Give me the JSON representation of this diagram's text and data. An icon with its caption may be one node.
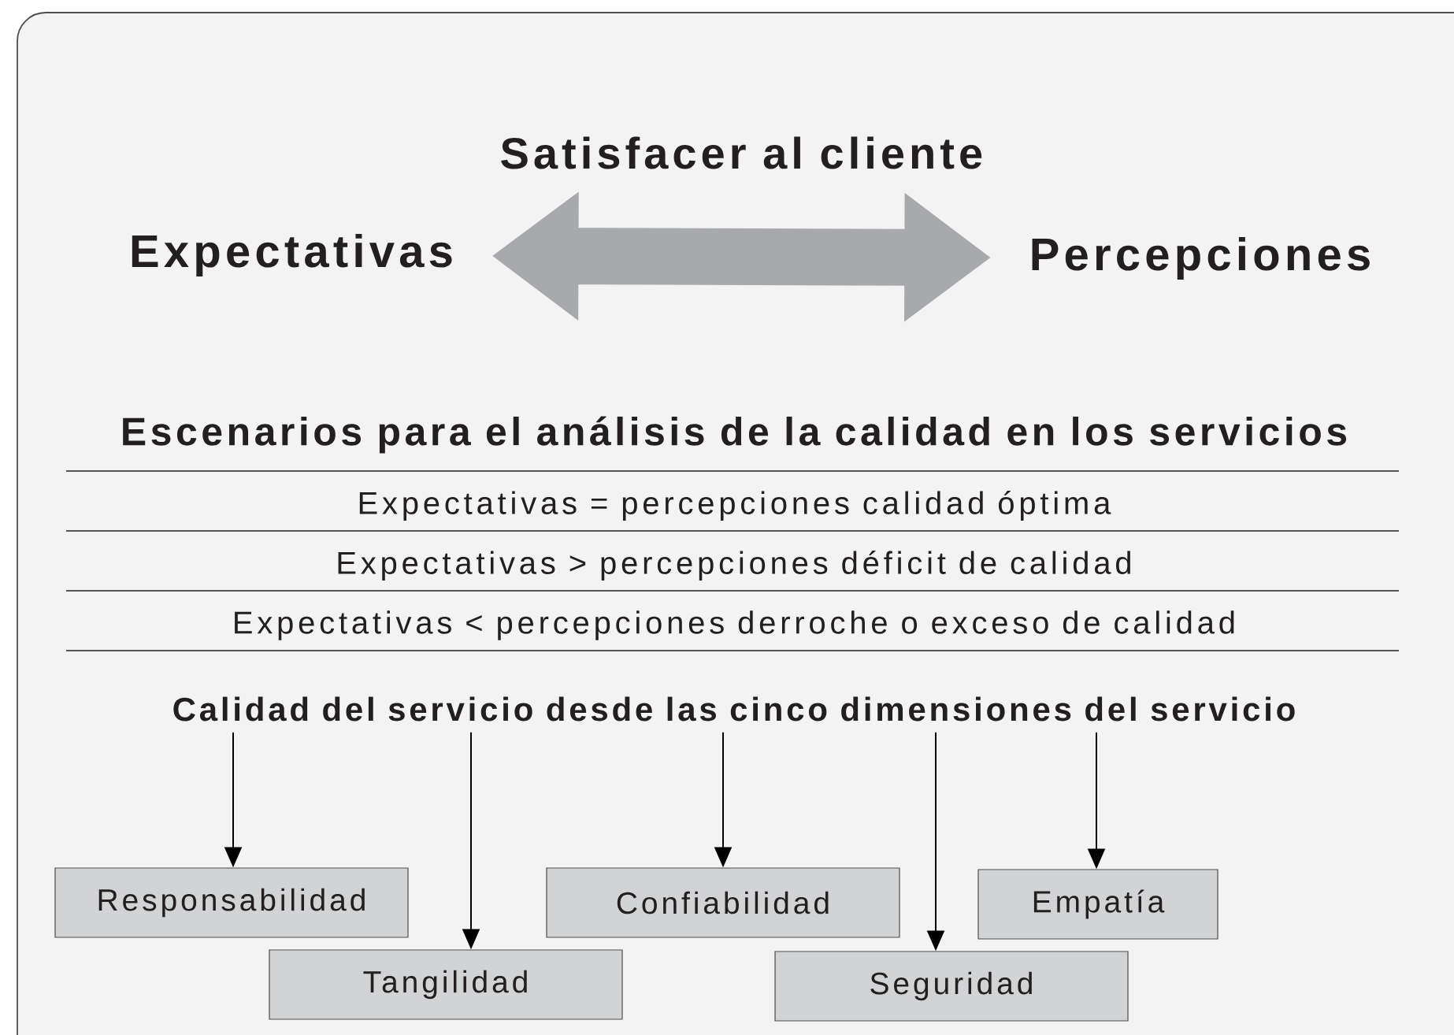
{
  "diagram": {
    "nodes": [
      {
        "text": [
          "Expectativas"
        ]
      },
      {
        "text": [
          "Percepciones"
        ]
      },
      {
        "text": [
          "Calidad del servicio desde las cinco dimensiones del servicio"
        ]
      },
      {
        "text": [
          "Responsabilidad"
        ]
      },
      {
        "text": [
          "Confiabilidad"
        ]
      },
      {
        "text": [
          "Empatía"
        ]
      },
      {
        "text": [
          "Tangilidad"
        ]
      },
      {
        "text": [
          "Seguridad"
        ]
      }
    ],
    "edges": [
      {
        "from": 0,
        "to": 1,
        "arrow": "both",
        "label": "Satisfacer al cliente",
        "style": "thick",
        "color": "#a7a9ac"
      },
      {
        "from": 2,
        "to": 3,
        "arrow": "to"
      },
      {
        "from": 2,
        "to": 6,
        "arrow": "to"
      },
      {
        "from": 2,
        "to": 4,
        "arrow": "to"
      },
      {
        "from": 2,
        "to": 7,
        "arrow": "to"
      },
      {
        "from": 2,
        "to": 5,
        "arrow": "to"
      }
    ],
    "labels": [
      "Escenarios para el análisis de la calidad en los servicios",
      "Expectativas = percepciones calidad óptima",
      "Expectativas > percepciones déficit de calidad",
      "Expectativas < percepciones derroche o exceso de calidad"
    ]
  }
}
